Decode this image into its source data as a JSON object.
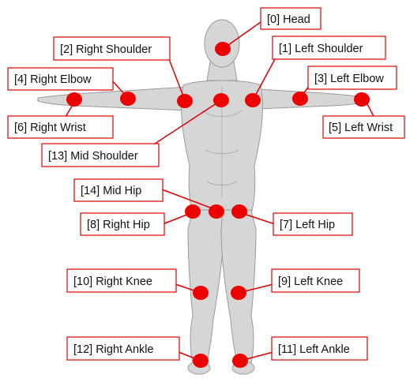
{
  "figure": {
    "figure_name": "skeleton-keypoints",
    "colors": {
      "joint": "#ee0000",
      "leader_line": "#e00000",
      "label_border": "#e00000",
      "body_mesh": "#d6d6d6"
    }
  },
  "labels": {
    "head": "[0] Head",
    "left_shoulder": "[1] Left Shoulder",
    "right_shoulder": "[2] Right Shoulder",
    "left_elbow": "[3] Left Elbow",
    "right_elbow": "[4] Right Elbow",
    "left_wrist": "[5] Left Wrist",
    "right_wrist": "[6] Right Wrist",
    "left_hip": "[7] Left Hip",
    "right_hip": "[8] Right Hip",
    "left_knee": "[9] Left Knee",
    "right_knee": "[10] Right Knee",
    "left_ankle": "[11] Left Ankle",
    "right_ankle": "[12] Right Ankle",
    "mid_shoulder": "[13] Mid Shoulder",
    "mid_hip": "[14] Mid Hip"
  }
}
